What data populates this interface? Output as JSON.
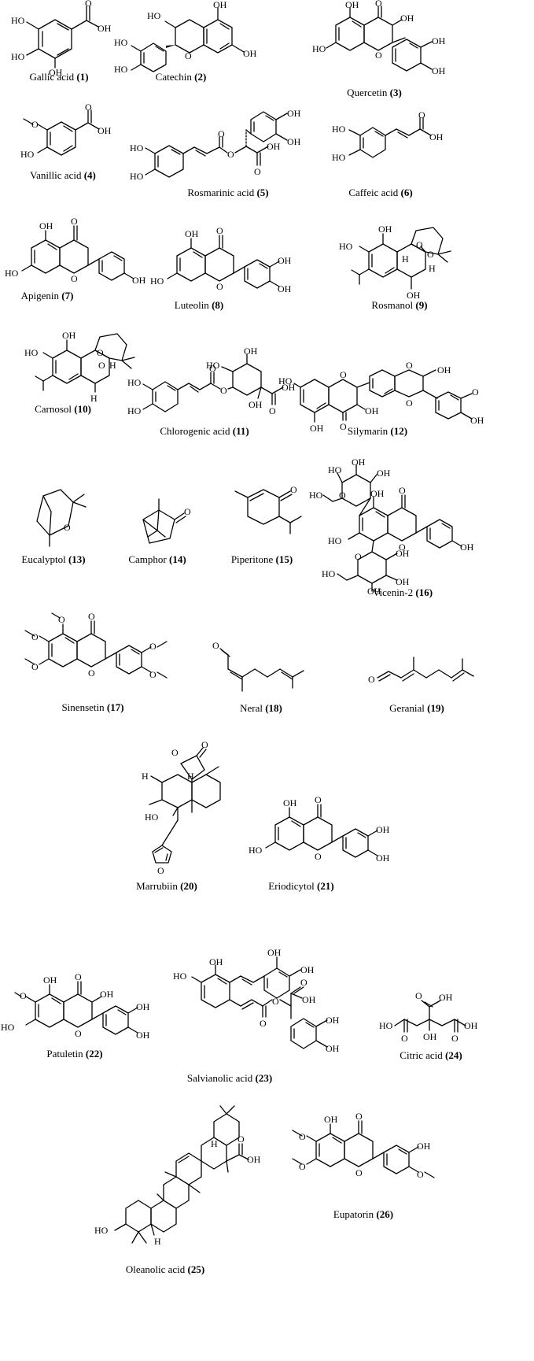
{
  "compounds": [
    {
      "name": "Gallic acid",
      "number": "(1)"
    },
    {
      "name": "Catechin",
      "number": "(2)"
    },
    {
      "name": "Quercetin",
      "number": "(3)"
    },
    {
      "name": "Vanillic acid",
      "number": "(4)"
    },
    {
      "name": "Rosmarinic acid",
      "number": "(5)"
    },
    {
      "name": "Caffeic acid",
      "number": "(6)"
    },
    {
      "name": "Apigenin",
      "number": "(7)"
    },
    {
      "name": "Luteolin",
      "number": "(8)"
    },
    {
      "name": "Rosmanol",
      "number": "(9)"
    },
    {
      "name": "Carnosol",
      "number": "(10)"
    },
    {
      "name": "Chlorogenic acid",
      "number": "(11)"
    },
    {
      "name": "Silymarin",
      "number": "(12)"
    },
    {
      "name": "Eucalyptol",
      "number": "(13)"
    },
    {
      "name": "Camphor",
      "number": "(14)"
    },
    {
      "name": "Piperitone",
      "number": "(15)"
    },
    {
      "name": "Vicenin-2",
      "number": "(16)"
    },
    {
      "name": "Sinensetin",
      "number": "(17)"
    },
    {
      "name": "Neral",
      "number": "(18)"
    },
    {
      "name": "Geranial",
      "number": "(19)"
    },
    {
      "name": "Marrubiin",
      "number": "(20)"
    },
    {
      "name": "Eriodicytol",
      "number": "(21)"
    },
    {
      "name": "Patuletin",
      "number": "(22)"
    },
    {
      "name": "Salvianolic acid",
      "number": "(23)"
    },
    {
      "name": "Citric acid",
      "number": "(24)"
    },
    {
      "name": "Oleanolic acid",
      "number": "(25)"
    },
    {
      "name": "Eupatorin",
      "number": "(26)"
    }
  ],
  "atoms": {
    "oh": "OH",
    "ho": "HO",
    "o": "O",
    "h": "H",
    "o_methyl": "O"
  }
}
